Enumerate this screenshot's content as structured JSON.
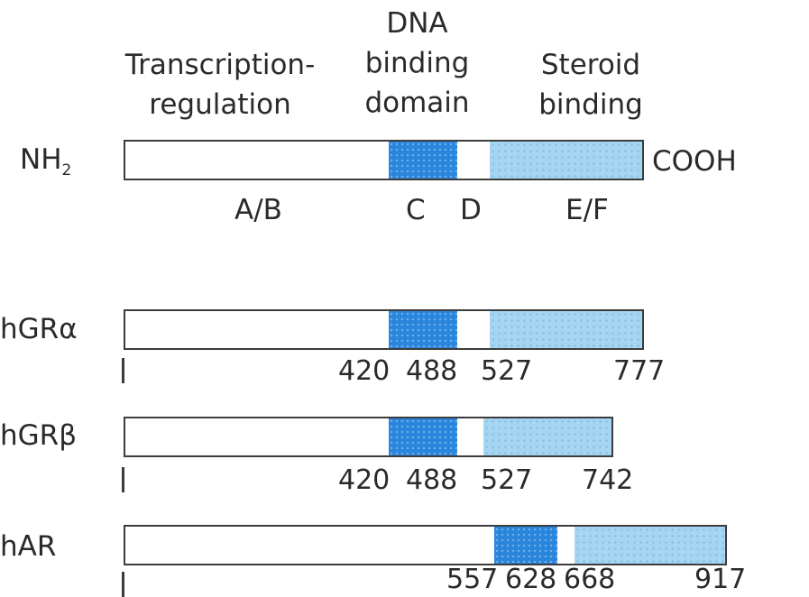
{
  "domains_header": {
    "transcription": [
      "Transcription-",
      "regulation"
    ],
    "dna": [
      "DNA",
      "binding",
      "domain"
    ],
    "steroid": [
      "Steroid",
      "binding"
    ]
  },
  "schematic": {
    "n_term": "NH",
    "n_term_sub": "2",
    "c_term": "COOH",
    "regions": [
      "A/B",
      "C",
      "D",
      "E/F"
    ]
  },
  "colors": {
    "dna_binding_domain": "#2a86dc",
    "steroid_binding_domain": "#a4d6f3",
    "outline": "#3c3c3c"
  },
  "proteins": [
    {
      "name": "hGRα",
      "start_label": "I",
      "positions": [
        "420",
        "488",
        "527",
        "777"
      ]
    },
    {
      "name": "hGRβ",
      "start_label": "I",
      "positions": [
        "420",
        "488",
        "527",
        "742"
      ]
    },
    {
      "name": "hAR",
      "start_label": "I",
      "positions": [
        "557",
        "628",
        "668",
        "917"
      ]
    }
  ]
}
